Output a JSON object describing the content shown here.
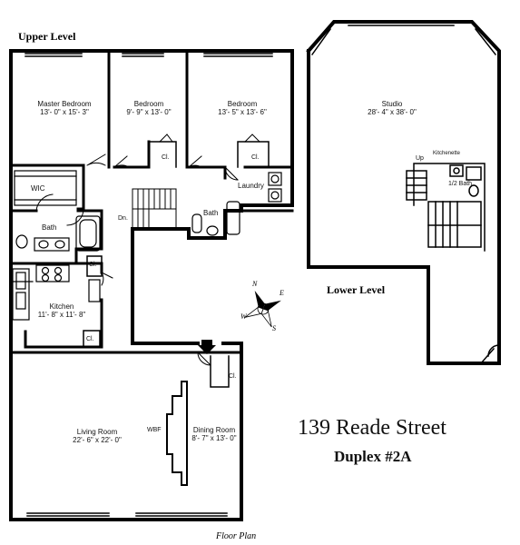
{
  "levels": {
    "upper": "Upper Level",
    "lower": "Lower Level"
  },
  "rooms": {
    "master_bedroom": {
      "name": "Master Bedroom",
      "size": "13'- 0\" x 15'- 3\""
    },
    "bedroom_1": {
      "name": "Bedroom",
      "size": "9'- 9\" x 13'- 0\""
    },
    "bedroom_2": {
      "name": "Bedroom",
      "size": "13'- 5\" x 13'- 6\""
    },
    "studio": {
      "name": "Studio",
      "size": "28'- 4\" x 38'- 0\""
    },
    "kitchen": {
      "name": "Kitchen",
      "size": "11'- 8\" x 11'- 8\""
    },
    "living_room": {
      "name": "Living Room",
      "size": "22'- 6\" x 22'- 0\""
    },
    "dining_room": {
      "name": "Dining Room",
      "size": "8'- 7\" x 13'- 0\""
    }
  },
  "labels": {
    "wic": "WIC",
    "bath": "Bath",
    "bath2": "Bath",
    "laundry": "Laundry",
    "closet": "Cl.",
    "down": "Dn.",
    "up": "Up",
    "kitchenette": "Kitchenette",
    "half_bath": "1/2 Bath",
    "wbf": "WBF"
  },
  "compass": {
    "n": "N",
    "e": "E",
    "s": "S",
    "w": "W"
  },
  "address": {
    "street": "139 Reade Street",
    "unit": "Duplex #2A"
  },
  "caption": "Floor Plan"
}
